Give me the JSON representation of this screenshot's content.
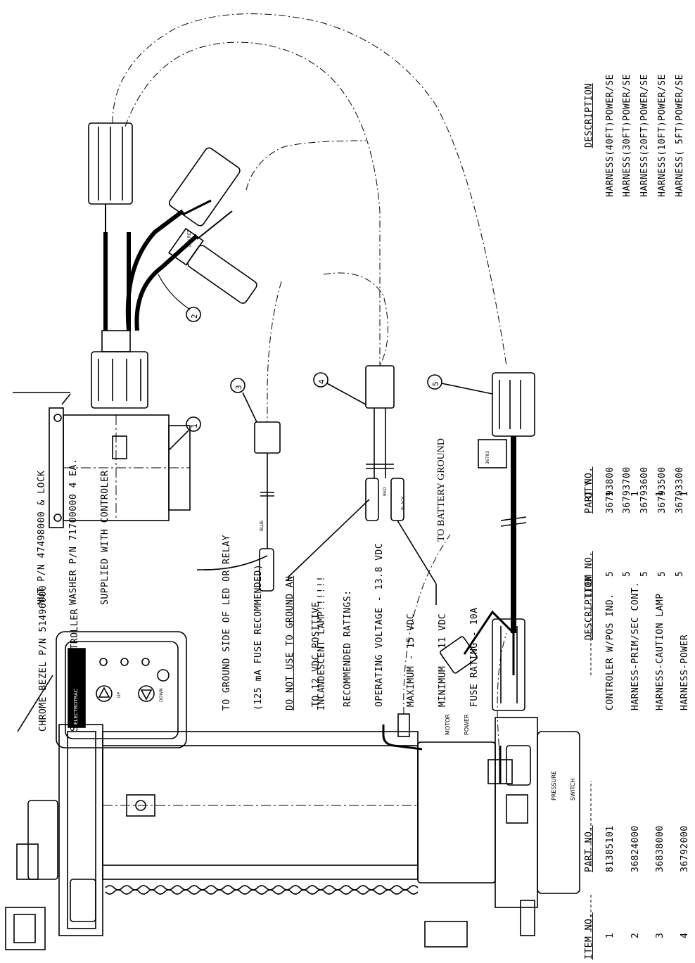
{
  "notes": {
    "nut_washer": [
      "NUT P/N 47498000 & LOCK",
      "WASHER P/N 71700000 4 EA.",
      "SUPPLIED WITH CONTROLER"
    ],
    "bezel": [
      "CHROME BEZEL P/N 51496000",
      "SUPPLIED W/CONTROLLER"
    ],
    "led_relay": [
      "TO GROUND SIDE OF LED OR RELAY",
      "(125 mA FUSE RECOMMENDED)",
      "DO NOT USE TO GROUND AN",
      "INCANDESCENT LAMP!!!!!!"
    ],
    "positive": [
      "TO 12 VDC POSITIVE",
      "RECOMMENDED RATINGS:",
      "OPERATING VOLTAGE - 13.8 VDC",
      "MAXIMUM - 15 VDC",
      "MINIMUM - 11 VDC",
      "FUSE RATING - 10A"
    ],
    "battery_ground": "TO BATTERY GROUND"
  },
  "wire_labels": {
    "blue": "BLUE",
    "red": "RED",
    "black": "BLACK",
    "label_12v": "12V RET",
    "tag_5": "36793"
  },
  "component_labels": {
    "motor_power": [
      "MOTOR",
      "POWER"
    ],
    "pressure_switch": [
      "PRESSURE",
      "SWITCH"
    ]
  },
  "panel": {
    "brand": "ELECTROTRAC",
    "up": "UP",
    "down": "DOWN"
  },
  "callouts": [
    "1",
    "2",
    "3",
    "4",
    "5"
  ],
  "parts_table": {
    "headers": {
      "item": "ITEM NO.",
      "part": "PART NO.",
      "desc": "DESCRIPTION",
      "qty": "QTY"
    },
    "rows": [
      {
        "item": "1",
        "part": "81385101",
        "desc": "CONTROLER W/POS IND.",
        "qty": "1"
      },
      {
        "item": "2",
        "part": "36824000",
        "desc": "HARNESS-PRIM/SEC CONT.",
        "qty": "1"
      },
      {
        "item": "3",
        "part": "36838000",
        "desc": "HARNESS-CAUTION LAMP",
        "qty": "1"
      },
      {
        "item": "4",
        "part": "36792000",
        "desc": "HARNESS-POWER",
        "qty": "1"
      }
    ]
  },
  "harness_table": {
    "headers": {
      "item": "ITEM NO.",
      "part": "PART NO.",
      "desc": "DESCRIPTION"
    },
    "rows": [
      {
        "item": "5",
        "part": "36793800",
        "desc": "HARNESS(40FT)POWER/SE"
      },
      {
        "item": "5",
        "part": "36793700",
        "desc": "HARNESS(30FT)POWER/SE"
      },
      {
        "item": "5",
        "part": "36793600",
        "desc": "HARNESS(20FT)POWER/SE"
      },
      {
        "item": "5",
        "part": "36793500",
        "desc": "HARNESS(10FT)POWER/SE"
      },
      {
        "item": "5",
        "part": "36793300",
        "desc": "HARNESS( 5FT)POWER/SE"
      }
    ]
  }
}
